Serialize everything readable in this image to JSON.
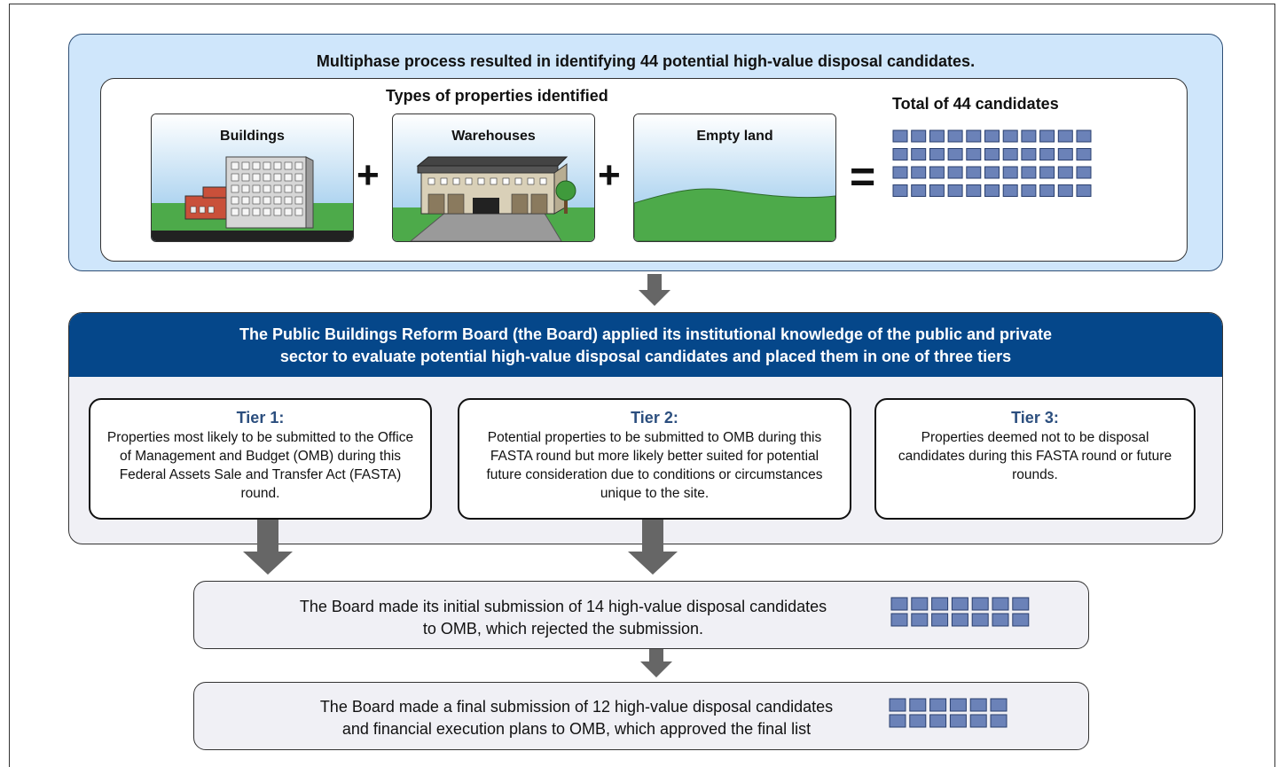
{
  "top": {
    "title": "Multiphase process resulted in identifying 44 potential high-value disposal candidates.",
    "types_title": "Types of properties identified",
    "total_title": "Total of 44 candidates",
    "cards": [
      {
        "label": "Buildings",
        "icon": "building-icon"
      },
      {
        "label": "Warehouses",
        "icon": "warehouse-icon"
      },
      {
        "label": "Empty land",
        "icon": "land-icon"
      }
    ],
    "plus": "+",
    "equals": "=",
    "total_count": 44
  },
  "board": {
    "header_line1": "The Public Buildings Reform Board (the Board) applied its institutional knowledge of the public and private",
    "header_line2": "sector to evaluate potential high-value disposal candidates and placed them in one of three tiers",
    "tiers": [
      {
        "title": "Tier 1:",
        "text": "Properties most likely to be submitted to the Office of Management and Budget (OMB) during this Federal Assets Sale and Transfer Act (FASTA) round."
      },
      {
        "title": "Tier 2:",
        "text": "Potential properties to be submitted to OMB during this FASTA round but more likely better suited for potential future consideration due to conditions or circumstances unique to the site."
      },
      {
        "title": "Tier 3:",
        "text": "Properties deemed not to be disposal candidates during this FASTA round or future rounds."
      }
    ]
  },
  "submissions": [
    {
      "line1": "The Board made its initial submission of 14 high-value disposal candidates",
      "line2": "to OMB, which rejected the submission.",
      "count": 14
    },
    {
      "line1": "The Board made a final submission of 12 high-value disposal candidates",
      "line2": "and financial execution plans to OMB, which approved the final list",
      "count": 12
    }
  ],
  "colors": {
    "square_fill": "#6b82b8",
    "square_stroke": "#2a3f6e",
    "header_blue": "#05478a",
    "light_blue": "#cfe6fb",
    "tier_title": "#2b4e7e",
    "arrow": "#666666"
  }
}
